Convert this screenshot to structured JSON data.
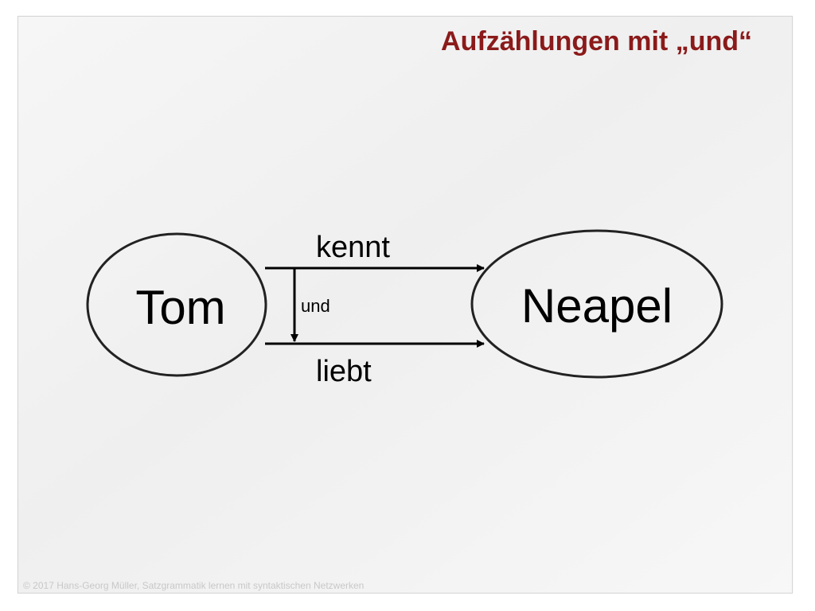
{
  "title": "Aufzählungen mit „und“",
  "nodes": {
    "subject": "Tom",
    "object": "Neapel"
  },
  "edges": {
    "top_label": "kennt",
    "bottom_label": "liebt",
    "connector_label": "und"
  },
  "footer": "© 2017 Hans-Georg Müller, Satzgrammatik lernen mit syntaktischen Netzwerken"
}
